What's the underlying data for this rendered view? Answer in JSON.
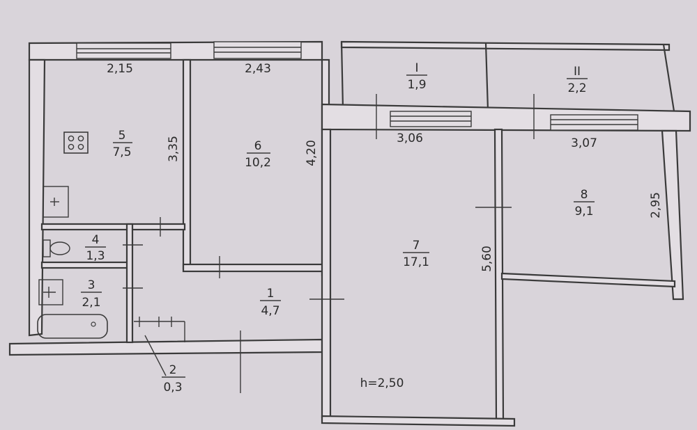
{
  "rooms": [
    {
      "id": "5",
      "number": "5",
      "area": "7,5"
    },
    {
      "id": "6",
      "number": "6",
      "area": "10,2"
    },
    {
      "id": "7",
      "number": "7",
      "area": "17,1"
    },
    {
      "id": "8",
      "number": "8",
      "area": "9,1"
    },
    {
      "id": "4",
      "number": "4",
      "area": "1,3"
    },
    {
      "id": "3",
      "number": "3",
      "area": "2,1"
    },
    {
      "id": "1",
      "number": "1",
      "area": "4,7"
    },
    {
      "id": "2",
      "number": "2",
      "area": "0,3"
    },
    {
      "id": "bI",
      "number": "I",
      "area": "1,9"
    },
    {
      "id": "bII",
      "number": "II",
      "area": "2,2"
    }
  ],
  "dimensions": {
    "d215": "2,15",
    "d243": "2,43",
    "d335": "3,35",
    "d420": "4,20",
    "d306": "3,06",
    "d307": "3,07",
    "d560": "5,60",
    "d295": "2,95"
  },
  "ceiling_height": "h=2,50",
  "icons": [
    "stove-icon",
    "toilet-icon",
    "sink-icon",
    "bathtub-icon",
    "washbasin-icon"
  ]
}
